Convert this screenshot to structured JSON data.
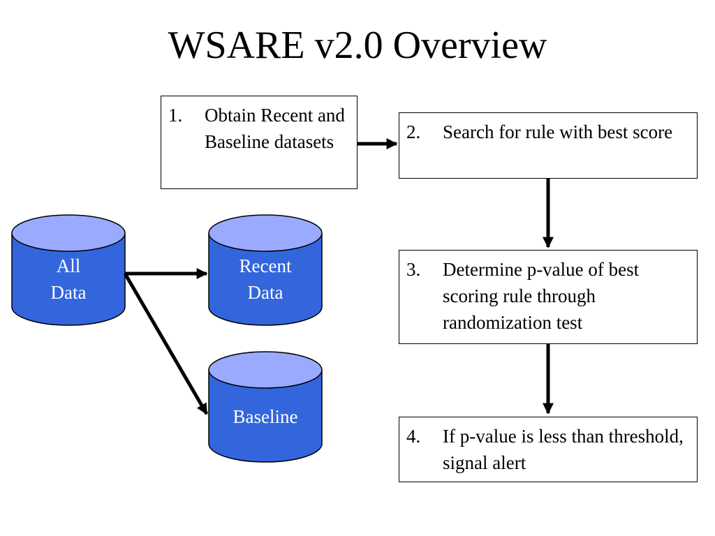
{
  "title": "WSARE v2.0 Overview",
  "steps": [
    {
      "num": "1.",
      "text": "Obtain Recent and Baseline datasets"
    },
    {
      "num": "2.",
      "text": "Search for rule with best score"
    },
    {
      "num": "3.",
      "text": "Determine p-value of best scoring rule through randomization test"
    },
    {
      "num": "4.",
      "text": "If p-value is less than threshold, signal alert"
    }
  ],
  "databases": {
    "all": {
      "line1": "All",
      "line2": "Data"
    },
    "recent": {
      "line1": "Recent",
      "line2": "Data"
    },
    "baseline": {
      "line1": "Baseline"
    }
  },
  "colors": {
    "db_fill": "#3366dd",
    "db_top": "#99aaff",
    "stroke": "#000000"
  }
}
